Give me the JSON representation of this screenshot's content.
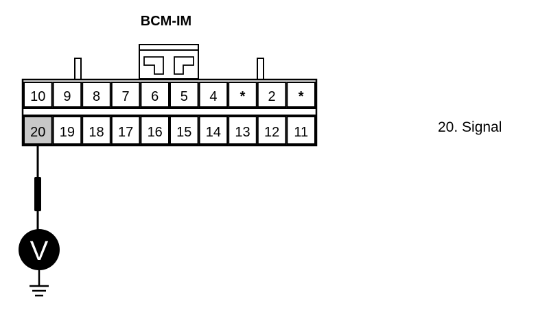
{
  "title": "BCM-IM",
  "connector": {
    "top_row": [
      "10",
      "9",
      "8",
      "7",
      "6",
      "5",
      "4",
      "*",
      "2",
      "*"
    ],
    "bottom_row": [
      "20",
      "19",
      "18",
      "17",
      "16",
      "15",
      "14",
      "13",
      "12",
      "11"
    ],
    "highlighted_pin": "20"
  },
  "meter": {
    "symbol": "V"
  },
  "signal_label": "20. Signal"
}
